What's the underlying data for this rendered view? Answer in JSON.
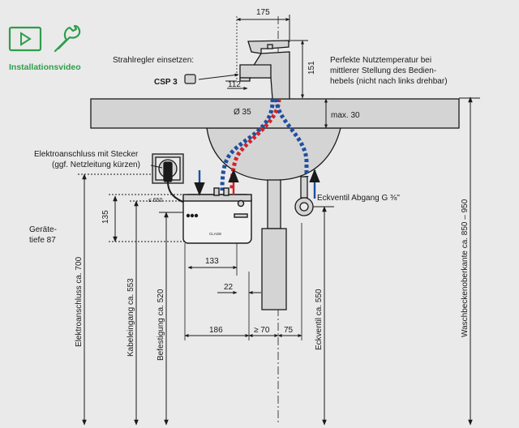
{
  "install": {
    "label": "Installationsvideo",
    "accent": "#2e9e4b"
  },
  "labels": {
    "strahlregler": "Strahlregler einsetzen:",
    "csp3": "CSP 3",
    "nutztemp_1": "Perfekte Nutztemperatur bei",
    "nutztemp_2": "mittlerer Stellung des Bedien-",
    "nutztemp_3": "hebels (nicht nach links drehbar)",
    "elektro_1": "Elektroanschluss mit Stecker",
    "elektro_2": "(ggf. Netzleitung kürzen)",
    "eckventil_abgang": "Eckventil Abgang G ⅜\"",
    "geraete_1": "Geräte-",
    "geraete_2": "tiefe 87",
    "brand": "CLAGE"
  },
  "dimensions": {
    "d175": "175",
    "d151": "151",
    "d112": "112",
    "d35": "Ø 35",
    "max30": "max. 30",
    "le650": "≤ 650",
    "d135": "135",
    "d133": "133",
    "d22": "22",
    "d186": "186",
    "ge70": "≥ 70",
    "d75": "75",
    "elektroanschluss": "Elektroanschluss ca. 700",
    "kabeleingang": "Kabeleingang ca. 553",
    "befestigung": "Befestigung ca. 520",
    "eckventil": "Eckventil ca. 550",
    "waschbecken": "Waschbeckenoberkante ca. 850 – 950"
  },
  "colors": {
    "hot": "#d2232a",
    "cold": "#1f4fa0",
    "line": "#1a1a1a",
    "fill": "#d4d4d4",
    "background": "#eaeaea"
  }
}
